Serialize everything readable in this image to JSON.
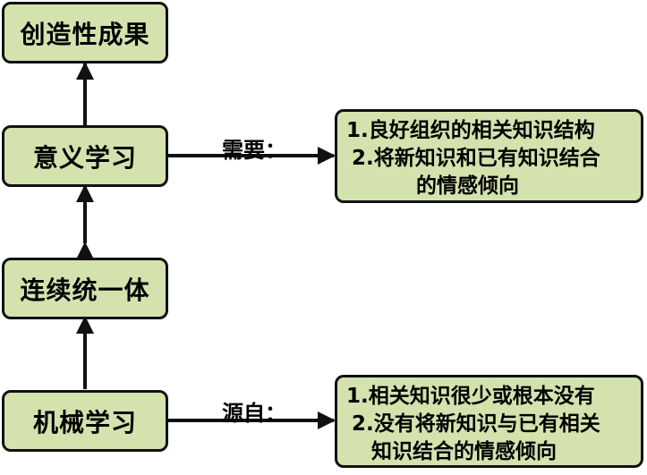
{
  "nodes": {
    "creative": "创造性成果",
    "meaningful": "意义学习",
    "continuum": "连续统一体",
    "rote": "机械学习"
  },
  "needs": {
    "label": "需要：",
    "lines": [
      "1.良好组织的相关知识结构",
      "2.将新知识和已有知识结合",
      "的情感倾向"
    ]
  },
  "source": {
    "label": "源自：",
    "lines": [
      "1.相关知识很少或根本没有",
      "2.没有将新知识与已有相关",
      "知识结合的情感倾向"
    ]
  },
  "colors": {
    "box_fill": "#d4e2ae",
    "stroke": "#111111"
  }
}
